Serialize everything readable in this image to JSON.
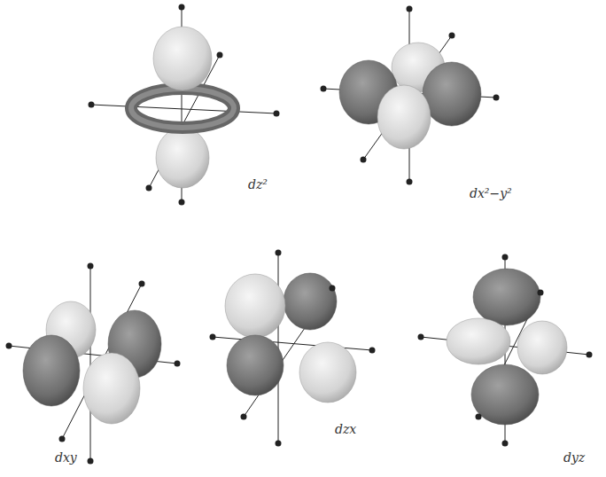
{
  "diagram": {
    "labels": [
      "dz²",
      "dx²−y²",
      "dxy",
      "dzx",
      "dyz"
    ]
  }
}
